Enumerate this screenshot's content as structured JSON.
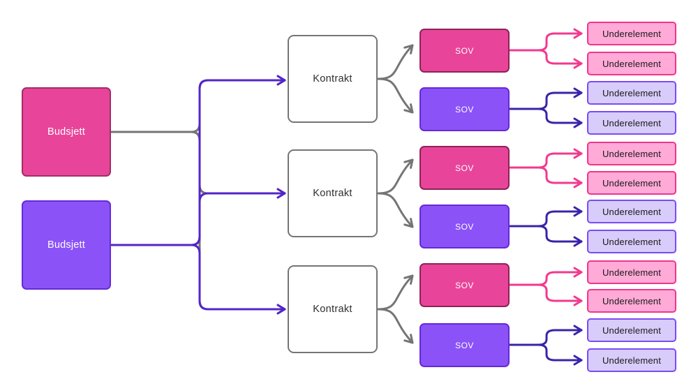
{
  "diagram": {
    "budsjett_nodes": [
      {
        "label": "Budsjett",
        "variant": "pink"
      },
      {
        "label": "Budsjett",
        "variant": "purple"
      }
    ],
    "kontrakt_nodes": [
      {
        "label": "Kontrakt"
      },
      {
        "label": "Kontrakt"
      },
      {
        "label": "Kontrakt"
      }
    ],
    "sov_nodes": [
      {
        "label": "SOV",
        "variant": "pink"
      },
      {
        "label": "SOV",
        "variant": "purple"
      },
      {
        "label": "SOV",
        "variant": "pink"
      },
      {
        "label": "SOV",
        "variant": "purple"
      },
      {
        "label": "SOV",
        "variant": "pink"
      },
      {
        "label": "SOV",
        "variant": "purple"
      }
    ],
    "underelement_nodes": [
      {
        "label": "Underelement",
        "variant": "pink"
      },
      {
        "label": "Underelement",
        "variant": "pink"
      },
      {
        "label": "Underelement",
        "variant": "purple"
      },
      {
        "label": "Underelement",
        "variant": "purple"
      },
      {
        "label": "Underelement",
        "variant": "pink"
      },
      {
        "label": "Underelement",
        "variant": "pink"
      },
      {
        "label": "Underelement",
        "variant": "purple"
      },
      {
        "label": "Underelement",
        "variant": "purple"
      },
      {
        "label": "Underelement",
        "variant": "pink"
      },
      {
        "label": "Underelement",
        "variant": "pink"
      },
      {
        "label": "Underelement",
        "variant": "purple"
      },
      {
        "label": "Underelement",
        "variant": "purple"
      }
    ],
    "colors": {
      "pink_fill": "#E8459A",
      "pink_border": "#A12D66",
      "sov_pink_border": "#8D2356",
      "purple_fill": "#8B52F8",
      "purple_border": "#6629D8",
      "kontrakt_border": "#757575",
      "under_pink_fill": "#FFAAD7",
      "under_pink_border": "#F0358B",
      "under_purple_fill": "#D8CCFA",
      "under_purple_border": "#7A4BF5",
      "edge_gray": "#757575",
      "edge_purple": "#5226C8",
      "edge_pink": "#F2398F",
      "edge_indigo": "#3B23A8"
    }
  }
}
